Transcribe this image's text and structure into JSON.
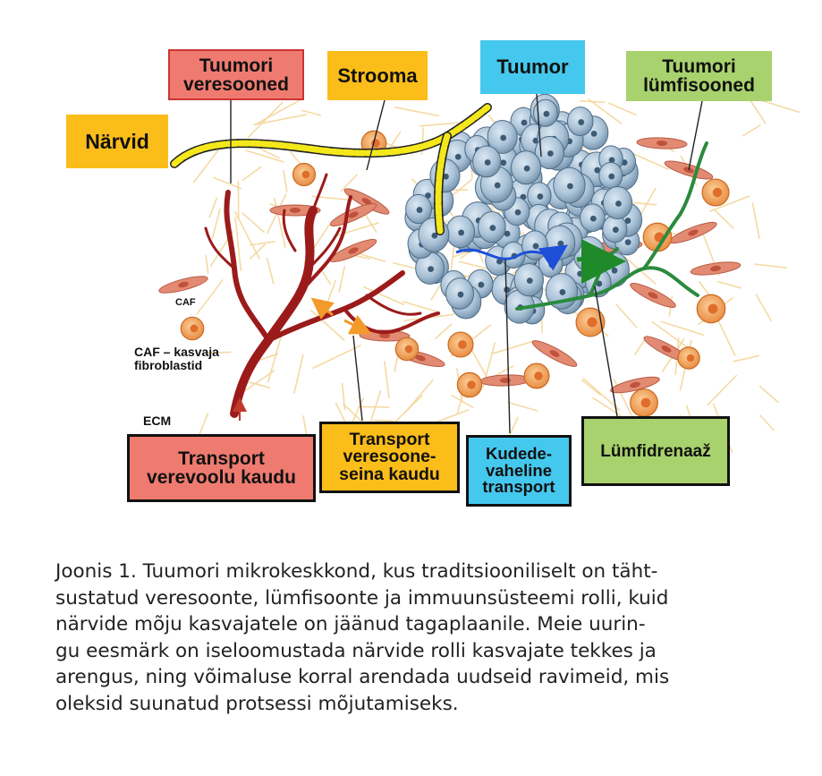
{
  "labels": {
    "tuumori_veresooned": "Tuumori\nveresooned",
    "strooma": "Strooma",
    "tuumor": "Tuumor",
    "tuumori_lumfisooned": "Tuumori\nlümfisooned",
    "narvid": "Närvid",
    "caf": "CAF",
    "caf_kasvaja": "CAF – kasvaja\nfibroblastid",
    "ecm": "ECM",
    "transport_verevoolu": "Transport\nverevoolu kaudu",
    "transport_veresoone": "Transport\nveresoone-\nseina kaudu",
    "kudedevaheline": "Kudede-\nvaheline\ntransport",
    "lumfidrenaaz": "Lümfidrenaaž"
  },
  "colors": {
    "red_label": "#ef7b70",
    "yellow_label": "#fbbd1a",
    "blue_label": "#45c8ee",
    "green_label": "#a8d26d",
    "nerve": "#f4e81c",
    "vessel": "#9b1b1b",
    "lymph": "#2b8a3e",
    "tumor_cell": "#9fb8d0",
    "caf_cell": "#e28b72",
    "stroma_cell": "#f3a25a",
    "ecm_fiber": "#f3d79a"
  },
  "caption": {
    "lines": [
      "Joonis 1. Tuumori mikrokeskkond, kus traditsiooniliselt on täht-",
      "sustatud veresoonte, lümfisoonte ja immuunsüsteemi rolli, kuid",
      "närvide mõju kasvajatele on jäänud tagaplaanile. Meie uurin-",
      "gu eesmärk on iseloomustada närvide rolli kasvajate tekkes ja",
      "arengus, ning võimaluse korral arendada uudseid ravimeid, mis",
      "oleksid suunatud protsessi mõjutamiseks."
    ]
  }
}
